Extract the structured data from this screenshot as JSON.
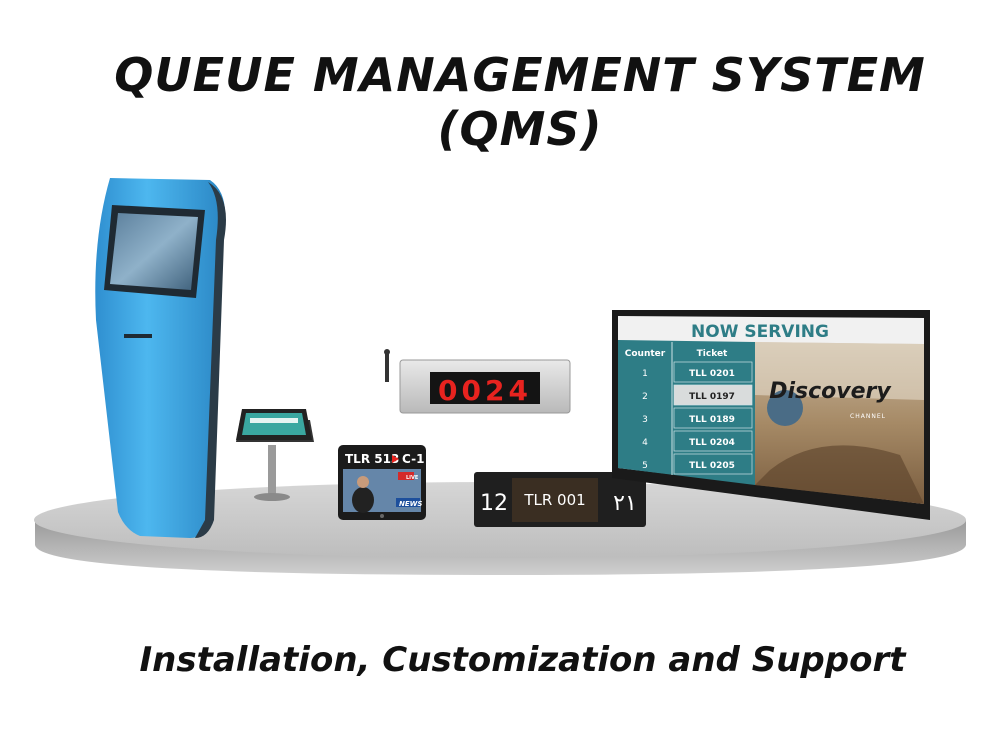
{
  "header": {
    "title": "QUEUE MANAGEMENT SYSTEM (QMS)"
  },
  "footer": {
    "tagline": "Installation, Customization and Support"
  },
  "counter_display": {
    "number": "0024"
  },
  "tablet_display": {
    "left": "TLR 513",
    "right": "C-1",
    "badge": "NEWS",
    "live": "LIVE"
  },
  "counter_panel": {
    "left_number": "12",
    "ticket": "TLR 001",
    "right_number": "٢١"
  },
  "now_serving": {
    "title": "NOW SERVING",
    "col_counter": "Counter",
    "col_ticket": "Ticket",
    "rows": [
      {
        "counter": "1",
        "ticket": "TLL 0201"
      },
      {
        "counter": "2",
        "ticket": "TLL 0197"
      },
      {
        "counter": "3",
        "ticket": "TLL 0189"
      },
      {
        "counter": "4",
        "ticket": "TLL 0204"
      },
      {
        "counter": "5",
        "ticket": "TLL 0205"
      }
    ],
    "ad_brand": "Discovery",
    "ad_sub": "CHANNEL"
  },
  "colors": {
    "kiosk": "#3fa9e6",
    "platform": "#c9c9c9",
    "led": "#e8231f",
    "screen_teal": "#2e7d86"
  }
}
